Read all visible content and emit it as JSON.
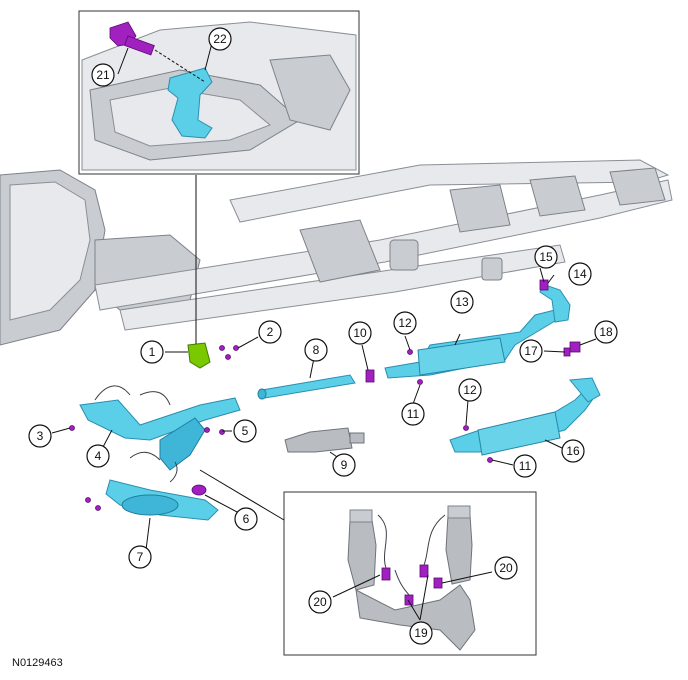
{
  "figure_id": "N0129463",
  "callouts": {
    "c1": "1",
    "c2": "2",
    "c3": "3",
    "c4": "4",
    "c5": "5",
    "c6": "6",
    "c7": "7",
    "c8": "8",
    "c9": "9",
    "c10": "10",
    "c11a": "11",
    "c11b": "11",
    "c12a": "12",
    "c12b": "12",
    "c13": "13",
    "c14": "14",
    "c15": "15",
    "c16": "16",
    "c17": "17",
    "c18": "18",
    "c19": "19",
    "c20a": "20",
    "c20b": "20",
    "c21": "21",
    "c22": "22"
  },
  "colors": {
    "exhaust_parts": "#5ccfe8",
    "fasteners": "#a020c0",
    "bracket": "#79c800",
    "frame": "#e7e9ec"
  }
}
